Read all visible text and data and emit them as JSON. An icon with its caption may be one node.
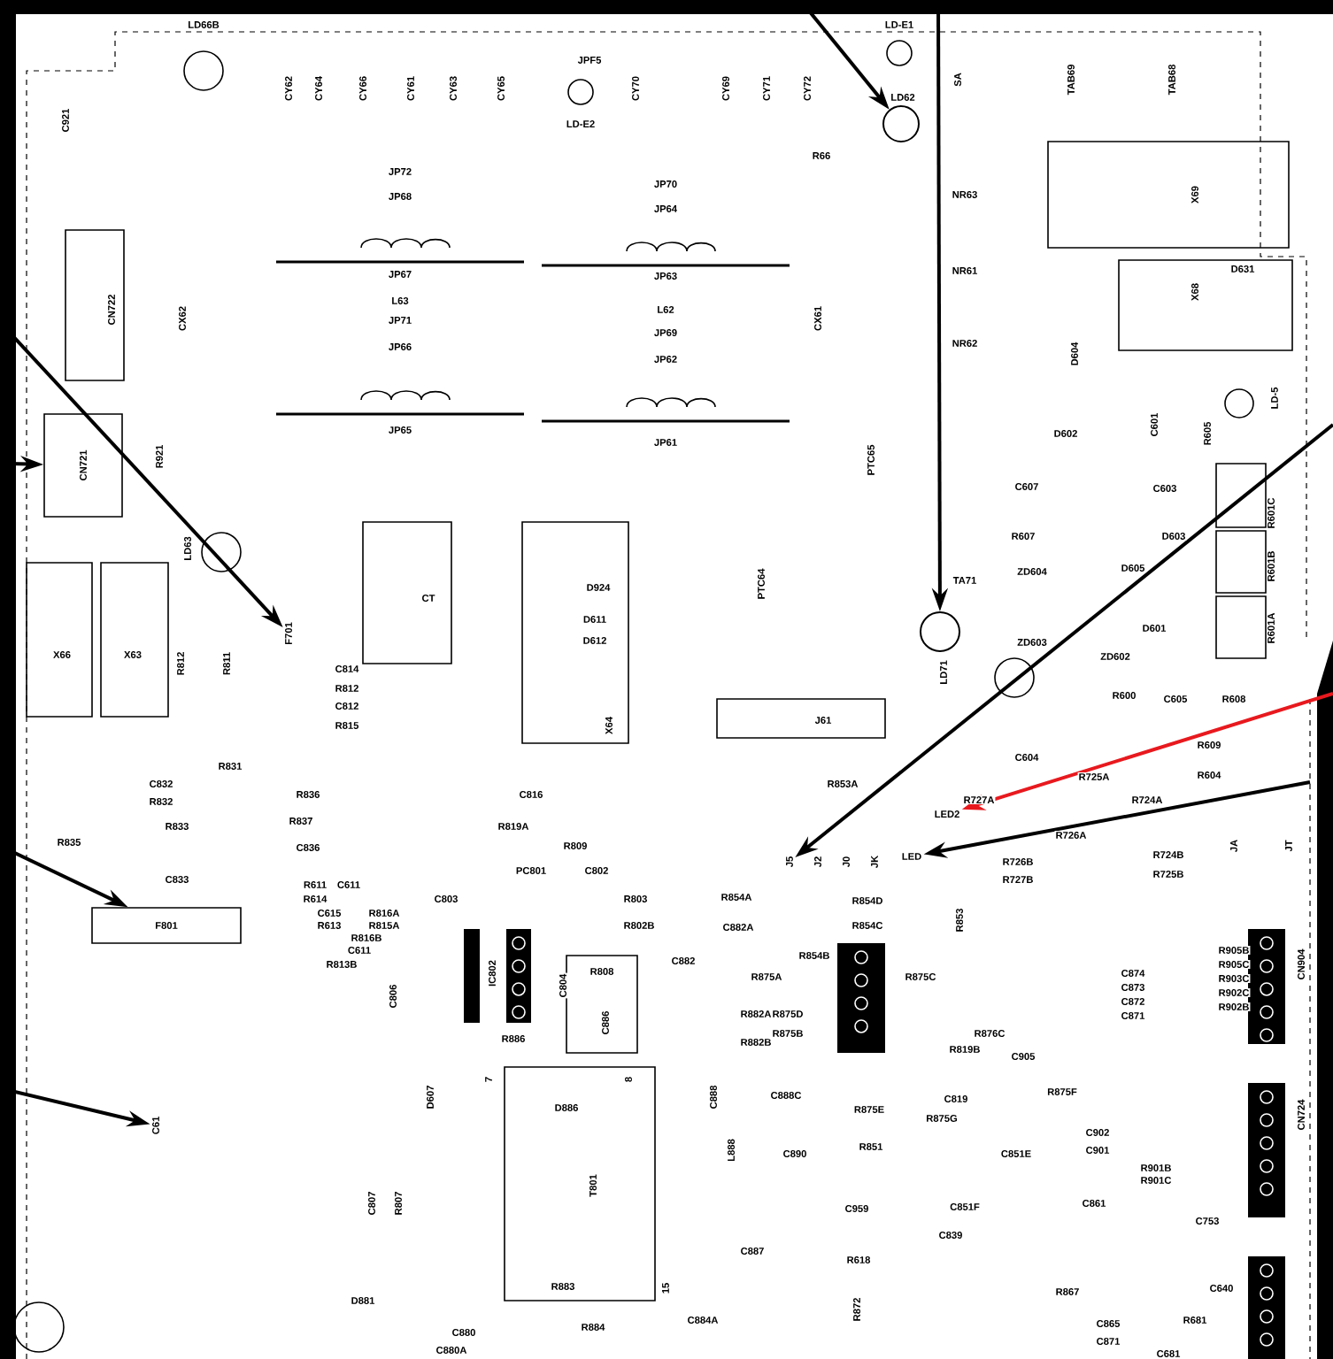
{
  "diagram": {
    "nodes": [
      {
        "text": [],
        "shape": "circle",
        "beside": [
          "LD62"
        ]
      },
      {
        "text": [],
        "shape": "circle",
        "beside": [
          "LD71"
        ]
      },
      {
        "text": [
          "F701"
        ]
      },
      {
        "text": [
          "CN721"
        ]
      },
      {
        "text": [
          "F801"
        ]
      },
      {
        "text": [
          "C61"
        ]
      },
      {
        "text": [
          "J5"
        ]
      },
      {
        "text": [
          "LED2"
        ]
      },
      {
        "text": [
          "LED"
        ]
      }
    ],
    "edges": [
      {
        "from": null,
        "to": 0,
        "arrow": "to"
      },
      {
        "from": null,
        "to": 1,
        "arrow": "to"
      },
      {
        "from": null,
        "to": 2,
        "arrow": "to"
      },
      {
        "from": null,
        "to": 3,
        "arrow": "to"
      },
      {
        "from": null,
        "to": 4,
        "arrow": "to"
      },
      {
        "from": null,
        "to": 5,
        "arrow": "to"
      },
      {
        "from": null,
        "to": 6,
        "arrow": "to"
      },
      {
        "from": null,
        "to": 7,
        "arrow": "to",
        "color": "#e8191e"
      },
      {
        "from": null,
        "to": 8,
        "arrow": "to"
      }
    ],
    "labels": [
      "LD66B",
      "CY62",
      "CY64",
      "CY66",
      "CY61",
      "CY63",
      "CY65",
      "JPF5",
      "LD-E2",
      "CY70",
      "CY69",
      "CY71",
      "CY72",
      "LD-E1",
      "R66",
      "C921",
      "JP72",
      "JP68",
      "JP67",
      "L63",
      "JP71",
      "JP66",
      "JP65",
      "JP70",
      "JP64",
      "JP63",
      "L62",
      "JP69",
      "JP62",
      "JP61",
      "CX61",
      "SA",
      "TAB69",
      "TAB68",
      "X69",
      "CN722",
      "CX62",
      "NR63",
      "NR61",
      "X68",
      "D631",
      "NR62",
      "D604",
      "D602",
      "C601",
      "R605",
      "LD-5",
      "R921",
      "PTC65",
      "C607",
      "C603",
      "R601C",
      "LD63",
      "R607",
      "D603",
      "R601B",
      "D924",
      "PTC64",
      "TA71",
      "ZD604",
      "D605",
      "CT",
      "D611",
      "D612",
      "ZD603",
      "D601",
      "R601A",
      "X66",
      "X63",
      "R812",
      "R811",
      "ZD602",
      "C814",
      "R812",
      "C812",
      "R815",
      "X64",
      "J61",
      "R600",
      "C605",
      "R608",
      "R609",
      "R831",
      "C832",
      "R832",
      "R836",
      "R837",
      "C836",
      "R833",
      "R835",
      "C833",
      "C604",
      "R725A",
      "R604",
      "R853A",
      "C816",
      "R727A",
      "R724A",
      "R819A",
      "R809",
      "R726A",
      "J2",
      "J0",
      "JK",
      "R726B",
      "R727B",
      "R724B",
      "R725B",
      "JA",
      "JT",
      "PC801",
      "C802",
      "R611",
      "C611",
      "R614",
      "C615",
      "R816A",
      "R613",
      "R815A",
      "R816B",
      "C611",
      "R813B",
      "C803",
      "R803",
      "R854A",
      "R854D",
      "R853",
      "R802B",
      "C882A",
      "R854C",
      "R905B",
      "R905C",
      "R903C",
      "R902C",
      "R902B",
      "C874",
      "C873",
      "C872",
      "C871",
      "CN904",
      "R854B",
      "C882",
      "IC802",
      "R808",
      "R875A",
      "R875C",
      "C804",
      "C806",
      "R882A",
      "R875D",
      "C886",
      "R875B",
      "R876C",
      "R886",
      "R882B",
      "R819B",
      "C905",
      "7",
      "8",
      "D607",
      "C888",
      "C888C",
      "C819",
      "R875F",
      "D886",
      "R875E",
      "R875G",
      "CN724",
      "C902",
      "C901",
      "L888",
      "C890",
      "R851",
      "C851E",
      "R901B",
      "R901C",
      "T801",
      "C807",
      "R807",
      "C959",
      "C851F",
      "C861",
      "C753",
      "C839",
      "C887",
      "R618",
      "R883",
      "15",
      "R867",
      "C640",
      "D881",
      "R872",
      "R884",
      "C884A",
      "R681",
      "C865",
      "C880",
      "C871",
      "C880A",
      "C681"
    ]
  }
}
